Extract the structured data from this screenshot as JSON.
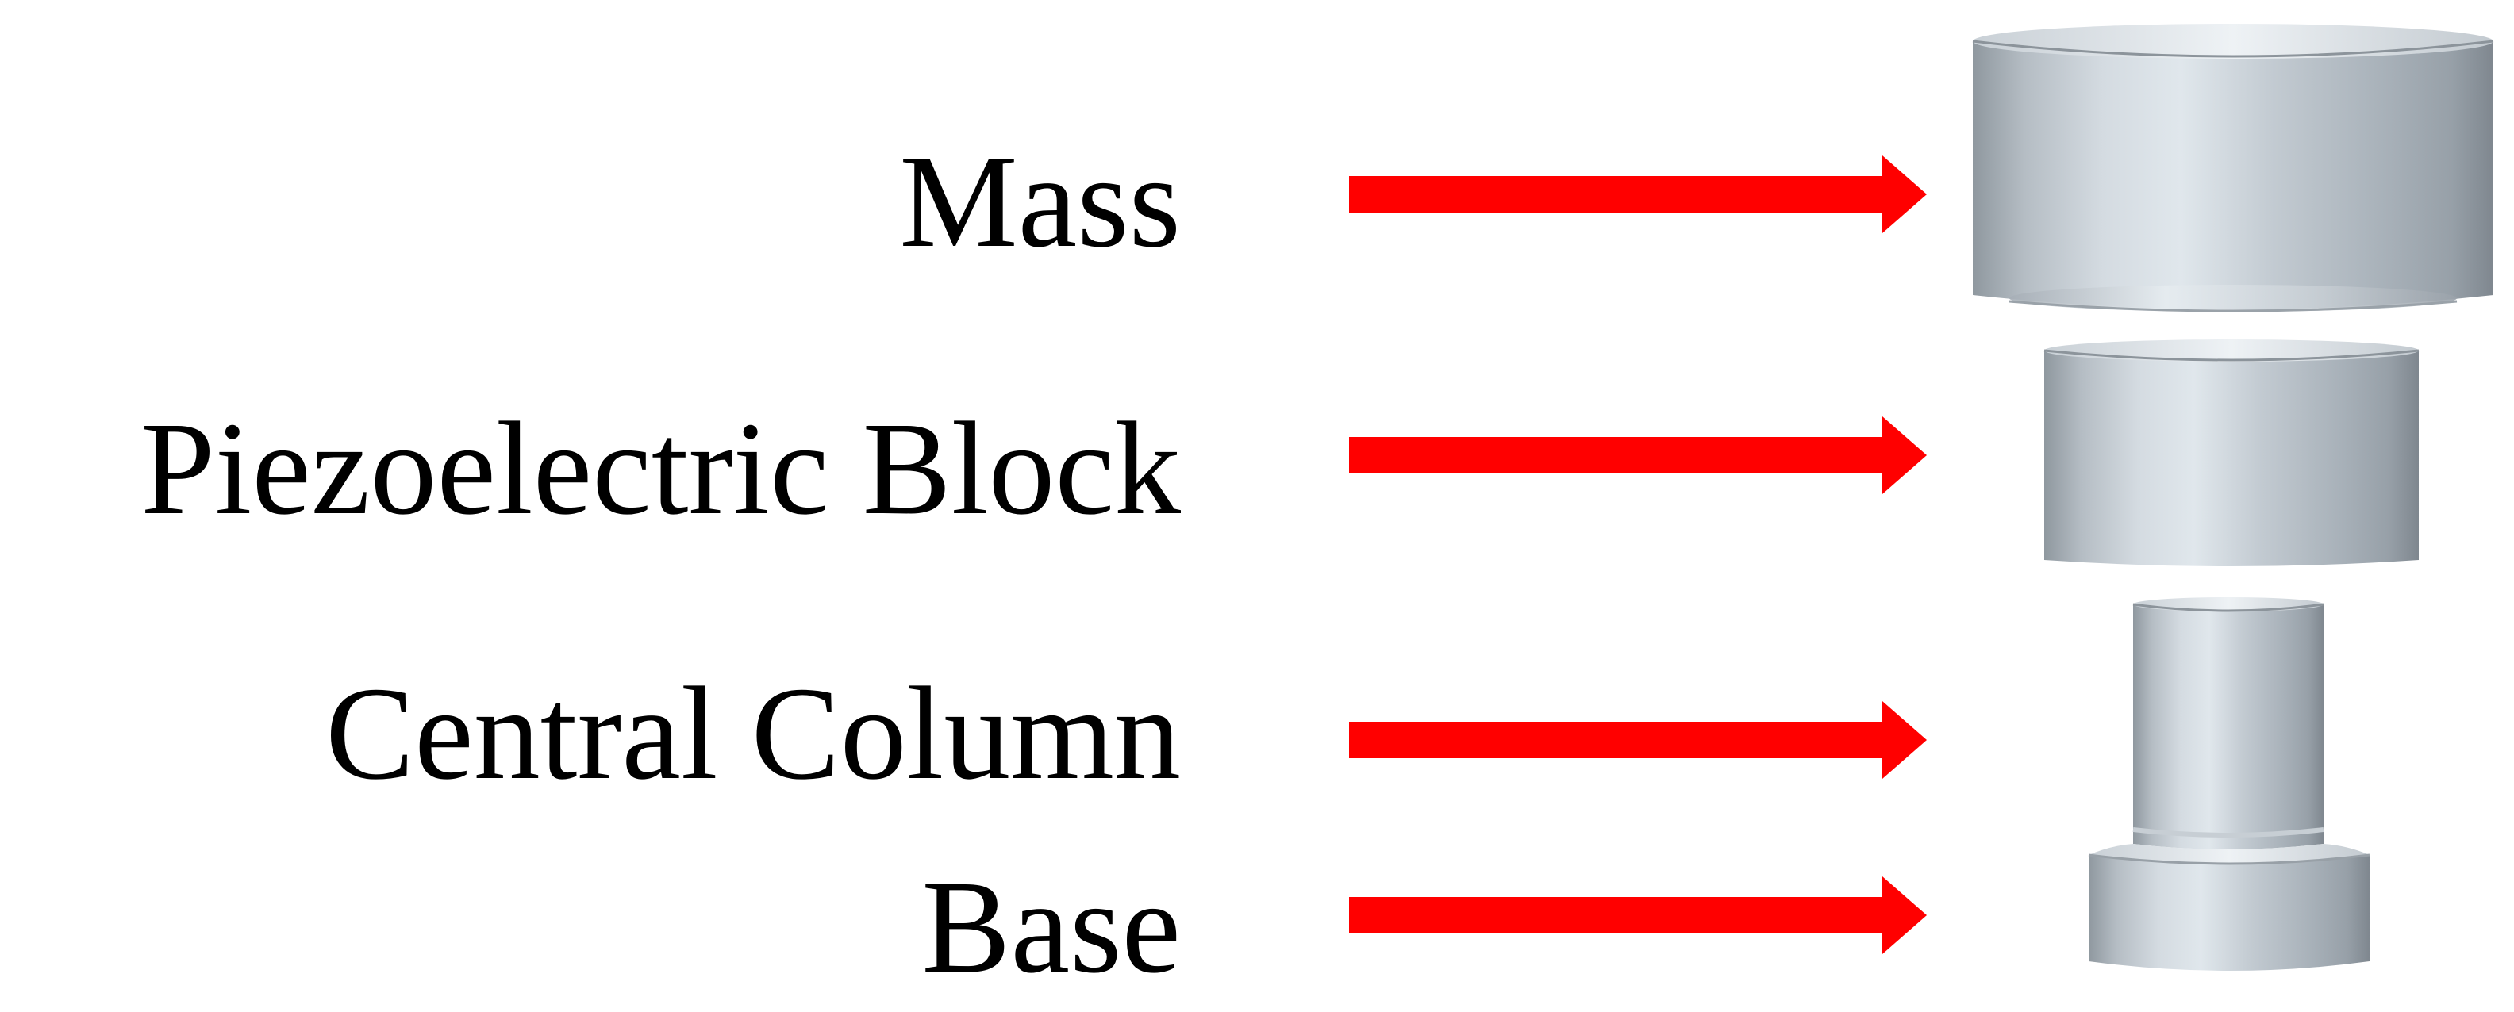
{
  "labels": {
    "mass": "Mass",
    "piezoelectric_block": "Piezoelectric Block",
    "central_column": "Central Column",
    "base": "Base"
  },
  "colors": {
    "arrow": "#ff0000",
    "label_text": "#000000",
    "metal_dark": "#8e979f",
    "metal_mid": "#b2bac2",
    "metal_light": "#dce4ea",
    "background": "#ffffff"
  }
}
